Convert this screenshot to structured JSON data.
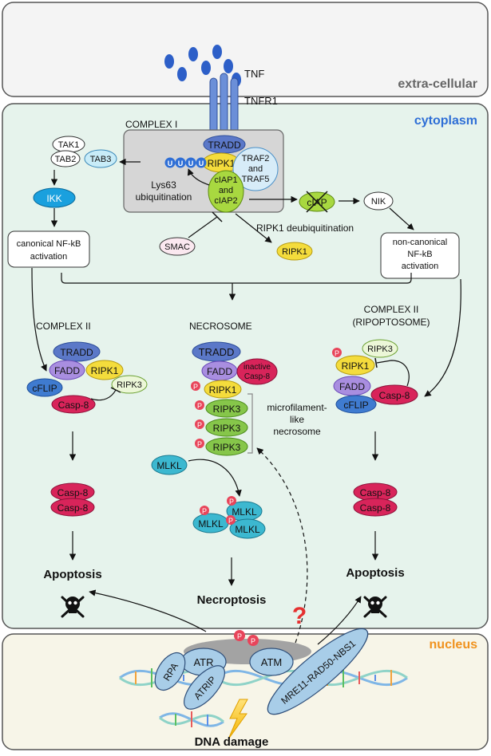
{
  "regions": {
    "extracellular": "extra-cellular",
    "cytoplasm": "cytoplasm",
    "nucleus": "nucleus"
  },
  "receptor": {
    "ligand": "TNF",
    "receptor": "TNFR1"
  },
  "complex1": {
    "title": "COMPLEX I",
    "tradd": "TRADD",
    "ripk1": "RIPK1",
    "traf_line1": "TRAF2",
    "traf_line2": "and",
    "traf_line3": "TRAF5",
    "ciap_line1": "cIAP1",
    "ciap_line2": "and",
    "ciap_line3": "cIAP2",
    "ub": "U",
    "lys_line1": "Lys63",
    "lys_line2": "ubiquitination"
  },
  "canonical": {
    "tak1": "TAK1",
    "tab2": "TAB2",
    "tab3": "TAB3",
    "ikk": "IKK",
    "nfkb_line1": "canonical NF-kB",
    "nfkb_line2": "activation"
  },
  "noncanonical": {
    "ciap": "cIAP",
    "nik": "NIK",
    "nfkb_line1": "non-canonical",
    "nfkb_line2": "NF-kB",
    "nfkb_line3": "activation"
  },
  "deubiq": {
    "label": "RIPK1 deubiquitination",
    "smac": "SMAC",
    "ripk1": "RIPK1"
  },
  "complex2": {
    "title": "COMPLEX II",
    "tradd": "TRADD",
    "fadd": "FADD",
    "ripk1": "RIPK1",
    "cflip": "cFLIP",
    "ripk3": "RIPK3",
    "casp8": "Casp-8",
    "dimer_a": "Casp-8",
    "dimer_b": "Casp-8",
    "outcome": "Apoptosis"
  },
  "necrosome": {
    "title": "NECROSOME",
    "tradd": "TRADD",
    "fadd": "FADD",
    "inactive_line1": "inactive",
    "inactive_line2": "Casp-8",
    "ripk1": "RIPK1",
    "ripk3": "RIPK3",
    "micro_line1": "microfilament-",
    "micro_line2": "like",
    "micro_line3": "necrosome",
    "mlkl": "MLKL",
    "phospho": "P",
    "outcome": "Necroptosis"
  },
  "ripoptosome": {
    "title_line1": "COMPLEX II",
    "title_line2": "(RIPOPTOSOME)",
    "ripk3": "RIPK3",
    "ripk1": "RIPK1",
    "fadd": "FADD",
    "casp8": "Casp-8",
    "cflip": "cFLIP",
    "dimer_a": "Casp-8",
    "dimer_b": "Casp-8",
    "outcome": "Apoptosis"
  },
  "dna": {
    "atr": "ATR",
    "atm": "ATM",
    "rpa": "RPA",
    "atrip": "ATRIP",
    "mrn": "MRE11-RAD50-NBS1",
    "damage": "DNA damage",
    "unknown": "?"
  },
  "colors": {
    "tradd": "#5b78c8",
    "ripk1": "#f4dc3c",
    "ripk3": "#86c64a",
    "fadd": "#a98ee0",
    "cflip": "#3f7bd0",
    "casp8": "#d8245a",
    "mlkl": "#3cb8d0",
    "ikk": "#1aa0de",
    "ciap": "#a8d840",
    "phospho": "#e8455a",
    "cytoplasm": "#e6f3ec",
    "nucleus": "#f7f5e8"
  }
}
